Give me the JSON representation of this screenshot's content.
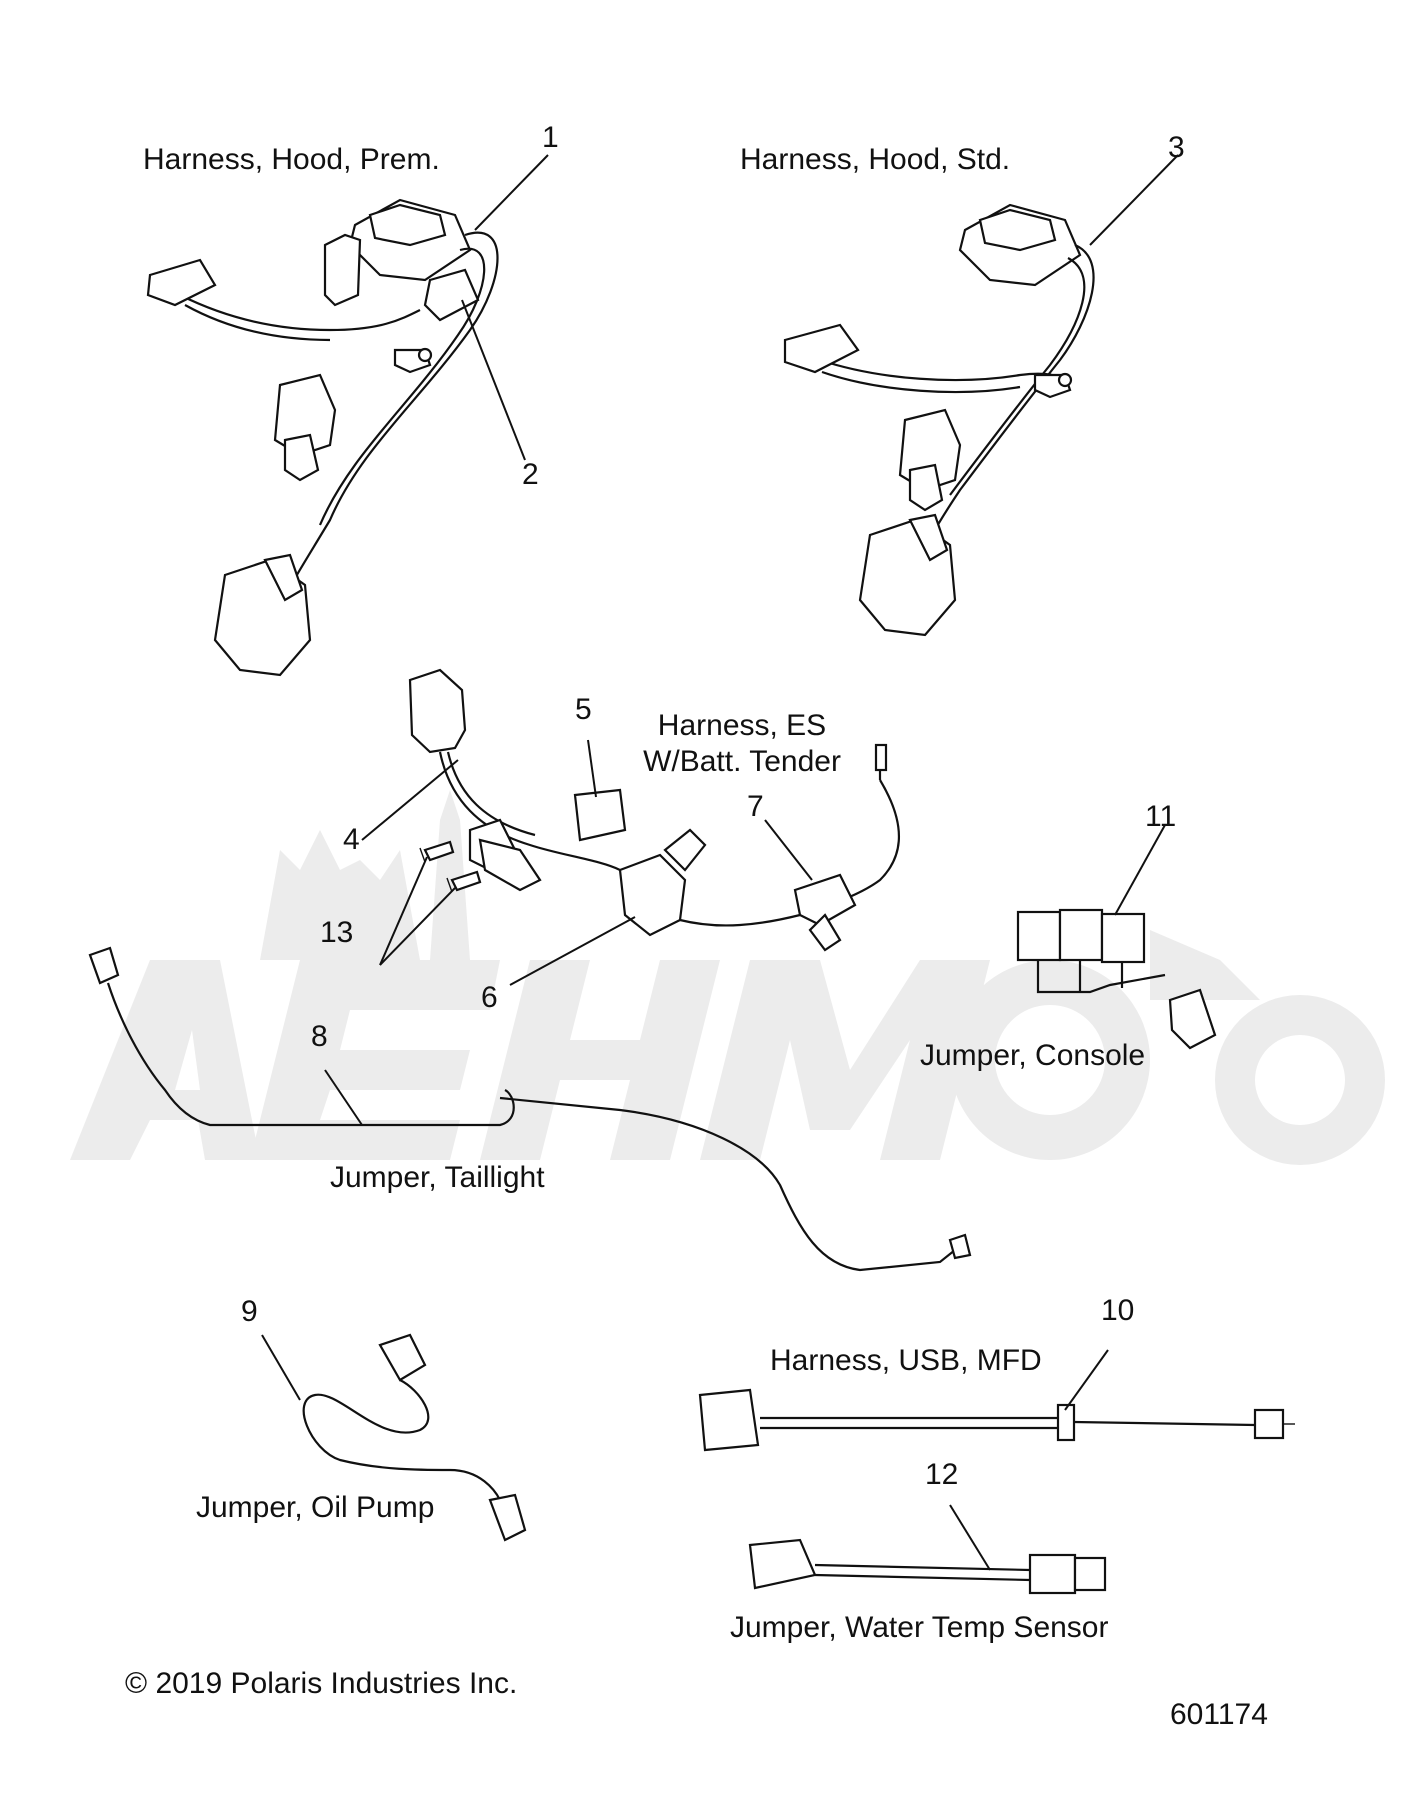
{
  "watermark": {
    "text": "AehMoto",
    "color": "#e6e6e6"
  },
  "labels": {
    "harness_hood_prem": "Harness, Hood, Prem.",
    "harness_hood_std": "Harness, Hood, Std.",
    "harness_es_line1": "Harness, ES",
    "harness_es_line2": "W/Batt. Tender",
    "jumper_console": "Jumper, Console",
    "jumper_taillight": "Jumper, Taillight",
    "jumper_oil_pump": "Jumper, Oil Pump",
    "harness_usb_mfd": "Harness, USB, MFD",
    "jumper_water_temp": "Jumper, Water Temp Sensor"
  },
  "callouts": [
    "1",
    "2",
    "3",
    "4",
    "5",
    "6",
    "7",
    "8",
    "9",
    "10",
    "11",
    "12",
    "13"
  ],
  "footer": {
    "copyright": "© 2019 Polaris Industries Inc.",
    "diagram_number": "601174"
  }
}
